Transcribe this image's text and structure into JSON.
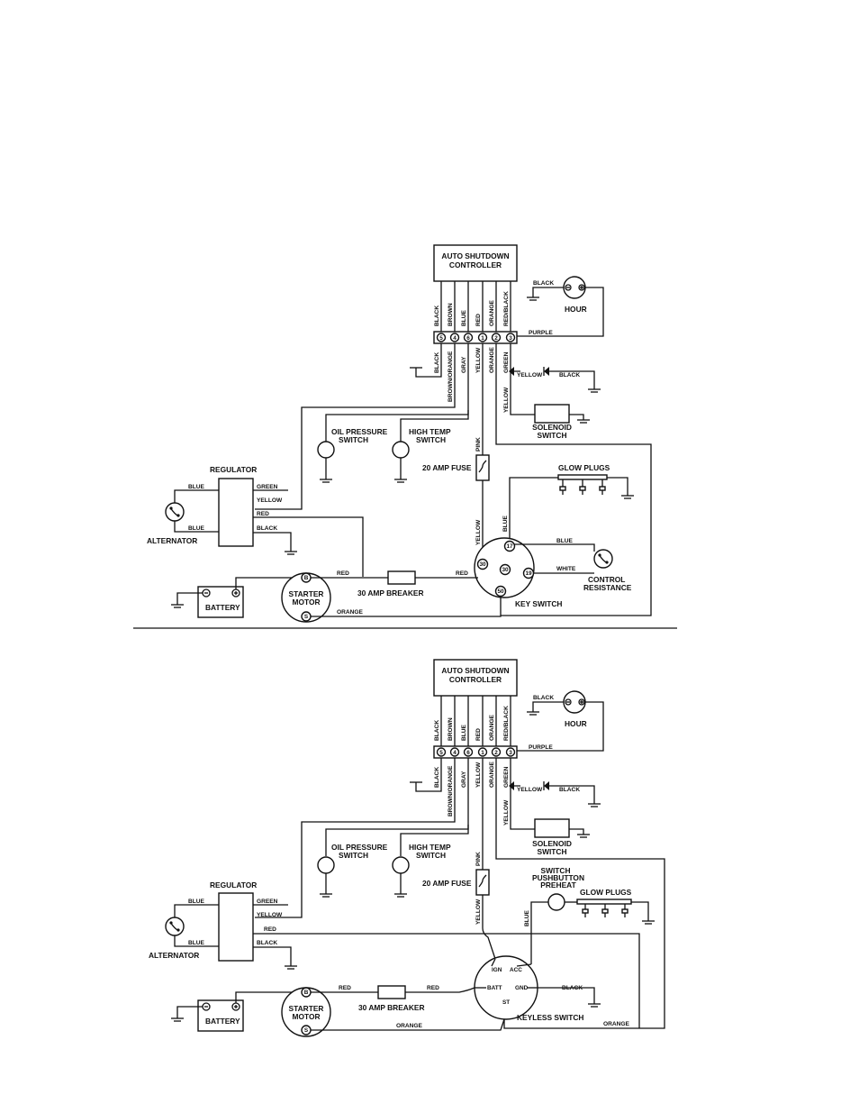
{
  "top": {
    "auto_shutdown": "AUTO SHUTDOWN",
    "controller": "CONTROLLER",
    "hour": "HOUR",
    "black_hour": "BLACK",
    "purple": "PURPLE",
    "upper_wires": [
      "BLACK",
      "BROWN",
      "BLUE",
      "RED",
      "ORANGE",
      "RED/BLACK"
    ],
    "terminal_numbers": [
      "5",
      "4",
      "6",
      "1",
      "2",
      "3"
    ],
    "lower_wires": [
      "BLACK",
      "BROWN/ORANGE",
      "GRAY",
      "YELLOW",
      "ORANGE",
      "GREEN"
    ],
    "yellow_diode": "YELLOW",
    "black_diode": "BLACK",
    "yellow_vertical": "YELLOW",
    "solenoid": "SOLENOID",
    "switch": "SWITCH",
    "oil_pressure": "OIL PRESSURE",
    "oil_switch": "SWITCH",
    "high_temp": "HIGH TEMP",
    "temp_switch": "SWITCH",
    "pink": "PINK",
    "fuse": "20 AMP FUSE",
    "glow_plugs": "GLOW PLUGS",
    "regulator": "REGULATOR",
    "blue_top": "BLUE",
    "blue_bottom": "BLUE",
    "alternator": "ALTERNATOR",
    "green": "GREEN",
    "yellow_reg": "YELLOW",
    "red_reg": "RED",
    "black_reg": "BLACK",
    "yellow_key": "YELLOW",
    "blue_key": "BLUE",
    "blue_resistance": "BLUE",
    "white": "WHITE",
    "control": "CONTROL",
    "resistance": "RESISTANCE",
    "key_17": "17",
    "key_30": "30",
    "key_19": "19",
    "key_50": "50",
    "key_switch": "KEY SWITCH",
    "red_starter": "RED",
    "red_breaker": "RED",
    "breaker": "30 AMP BREAKER",
    "starter": "STARTER",
    "motor": "MOTOR",
    "starter_b": "B",
    "starter_s": "S",
    "battery": "BATTERY",
    "orange_bottom": "ORANGE"
  },
  "bottom": {
    "auto_shutdown": "AUTO SHUTDOWN",
    "controller": "CONTROLLER",
    "hour": "HOUR",
    "black_hour": "BLACK",
    "purple": "PURPLE",
    "upper_wires": [
      "BLACK",
      "BROWN",
      "BLUE",
      "RED",
      "ORANGE",
      "RED/BLACK"
    ],
    "terminal_numbers": [
      "5",
      "4",
      "6",
      "1",
      "2",
      "3"
    ],
    "lower_wires": [
      "BLACK",
      "BROWN/ORANGE",
      "GRAY",
      "YELLOW",
      "ORANGE",
      "GREEN"
    ],
    "yellow_diode": "YELLOW",
    "black_diode": "BLACK",
    "yellow_vertical": "YELLOW",
    "solenoid": "SOLENOID",
    "switch": "SWITCH",
    "oil_pressure": "OIL PRESSURE",
    "oil_switch": "SWITCH",
    "high_temp": "HIGH TEMP",
    "temp_switch": "SWITCH",
    "pink": "PINK",
    "fuse": "20 AMP FUSE",
    "preheat_1": "SWITCH",
    "preheat_2": "PUSHBUTTON",
    "preheat_3": "PREHEAT",
    "glow_plugs": "GLOW PLUGS",
    "regulator": "REGULATOR",
    "blue_top": "BLUE",
    "blue_bottom": "BLUE",
    "alternator": "ALTERNATOR",
    "green": "GREEN",
    "yellow_reg": "YELLOW",
    "red_reg": "RED",
    "black_reg": "BLACK",
    "yellow_key": "YELLOW",
    "blue_key": "BLUE",
    "ign": "IGN",
    "acc": "ACC",
    "batt": "BATT",
    "gnd": "GND",
    "st": "ST",
    "black_gnd": "BLACK",
    "keyless_switch": "KEYLESS SWITCH",
    "orange_right": "ORANGE",
    "red_left": "RED",
    "red_right": "RED",
    "breaker": "30 AMP BREAKER",
    "starter": "STARTER",
    "motor": "MOTOR",
    "starter_b": "B",
    "starter_s": "S",
    "battery": "BATTERY",
    "orange_bottom": "ORANGE"
  }
}
